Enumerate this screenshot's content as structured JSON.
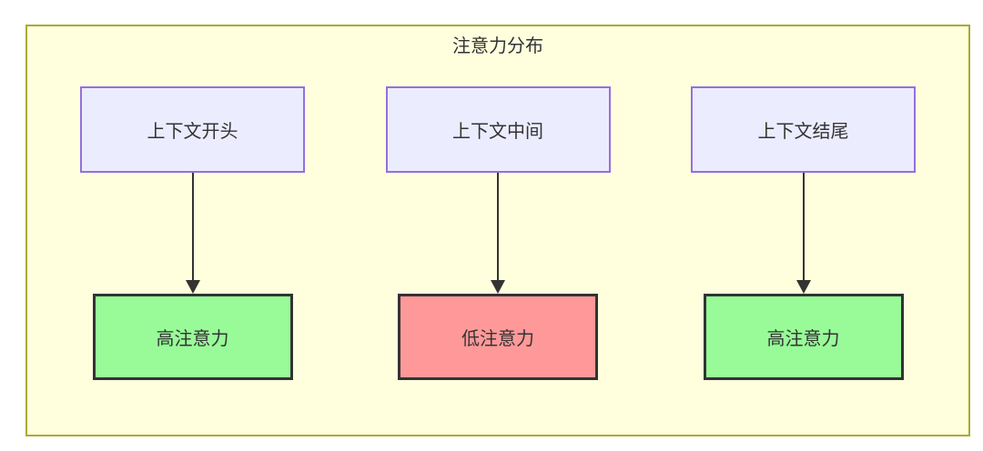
{
  "diagram": {
    "title": "注意力分布",
    "colors": {
      "text": "#333333",
      "subgraph_bg": "#ffffde",
      "subgraph_border": "#aaaa33",
      "source_bg": "#ececff",
      "source_border": "#9370db",
      "target_border": "#333333",
      "high_attention_bg": "#98fb98",
      "low_attention_bg": "#ff9999",
      "edge": "#333333"
    },
    "columns": [
      {
        "source": {
          "label": "上下文开头"
        },
        "target": {
          "label": "高注意力",
          "level": "high",
          "bg": "#98fb98"
        }
      },
      {
        "source": {
          "label": "上下文中间"
        },
        "target": {
          "label": "低注意力",
          "level": "low",
          "bg": "#ff9999"
        }
      },
      {
        "source": {
          "label": "上下文结尾"
        },
        "target": {
          "label": "高注意力",
          "level": "high",
          "bg": "#98fb98"
        }
      }
    ]
  }
}
